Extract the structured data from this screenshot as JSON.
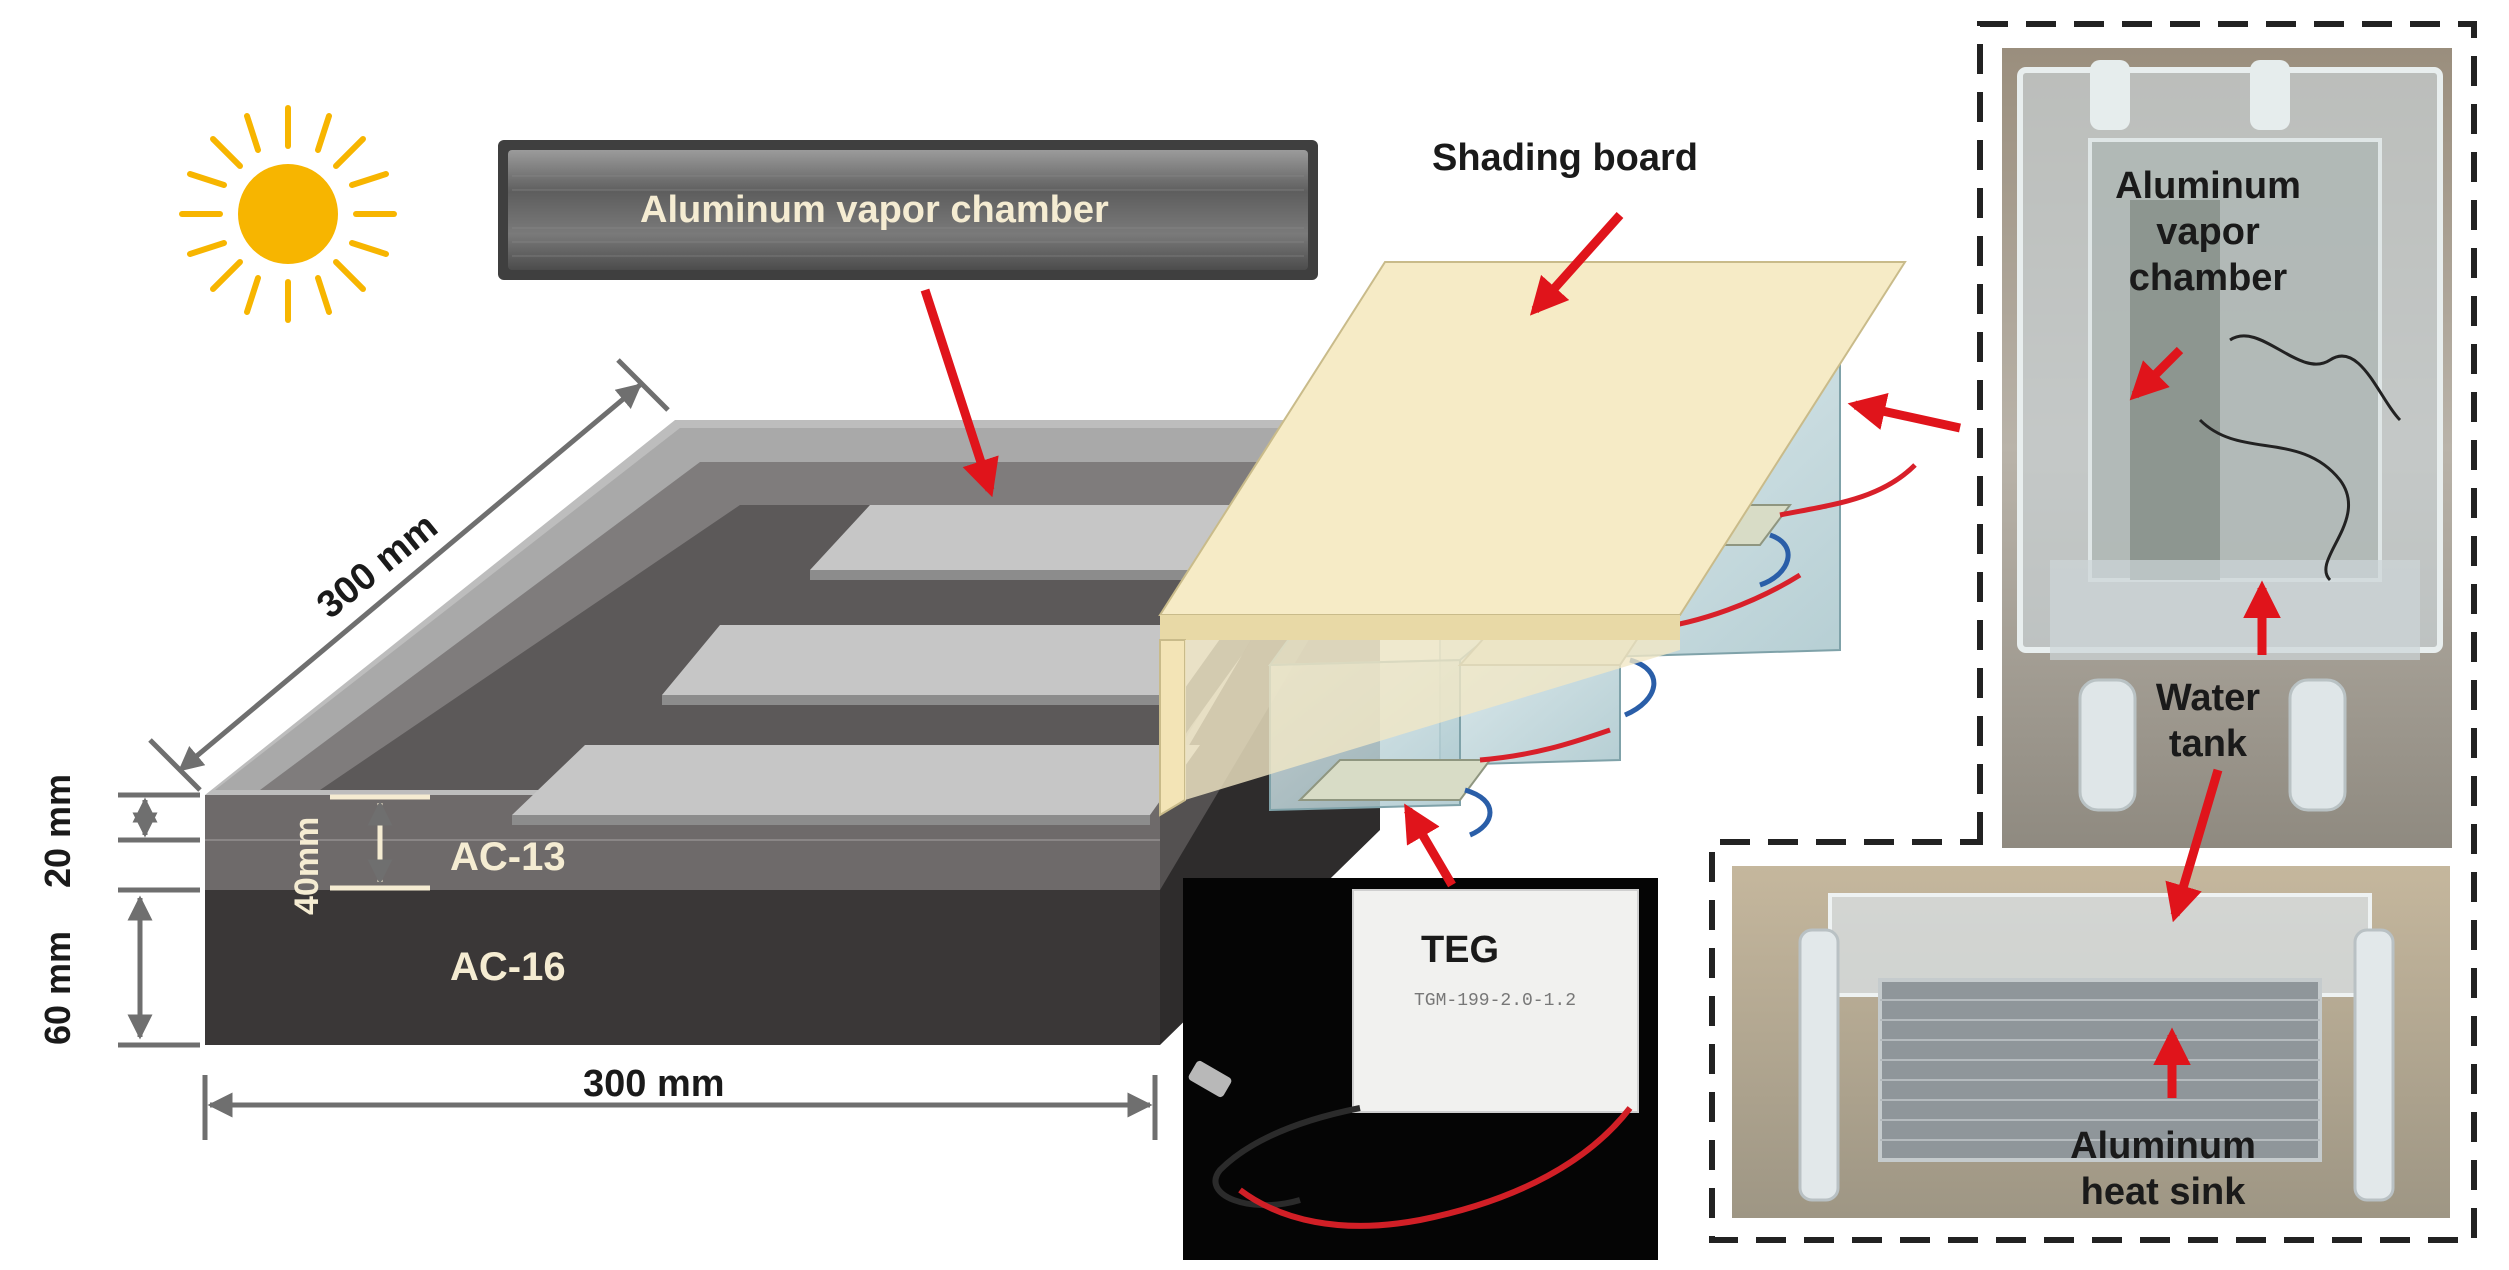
{
  "labels": {
    "aluminum_vapor_chamber": "Aluminum vapor chamber",
    "shading_board": "Shading board",
    "dim_300_diag": "300 mm",
    "dim_300_bottom": "300 mm",
    "dim_20": "20 mm",
    "dim_60": "60 mm",
    "dim_40": "40mm",
    "ac13": "AC-13",
    "ac16": "AC-16",
    "teg": "TEG",
    "teg_model": "TGM-199-2.0-1.2",
    "photo_top": [
      "Aluminum",
      "vapor",
      "chamber"
    ],
    "water_tank": [
      "Water",
      "tank"
    ],
    "heat_sink": [
      "Aluminum",
      "heat sink"
    ]
  },
  "colors": {
    "sun": "#f7b500",
    "arrow": "#e0141b",
    "light_text": "#f5ecd2",
    "dim_line": "#6f6f6f",
    "shading_board": "#f6ebc6",
    "ac16": "#3a3737",
    "ac13": "#6e6a6a"
  },
  "icons": [
    "sun-icon",
    "red-arrow-icon"
  ]
}
